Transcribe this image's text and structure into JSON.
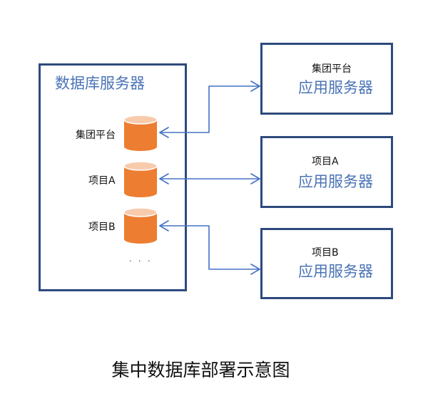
{
  "db_server": {
    "title": "数据库服务器",
    "databases": [
      {
        "label": "集团平台"
      },
      {
        "label": "项目A"
      },
      {
        "label": "项目B"
      }
    ],
    "more": "· · ·"
  },
  "app_servers": [
    {
      "subtitle": "集团平台",
      "title": "应用服务器"
    },
    {
      "subtitle": "项目A",
      "title": "应用服务器"
    },
    {
      "subtitle": "项目B",
      "title": "应用服务器"
    }
  ],
  "caption": "集中数据库部署示意图",
  "colors": {
    "border": "#2e4a7d",
    "accent_text": "#4a73b5",
    "db_fill": "#ed7d31",
    "db_top": "#f8cbad",
    "arrow": "#4472c4"
  }
}
